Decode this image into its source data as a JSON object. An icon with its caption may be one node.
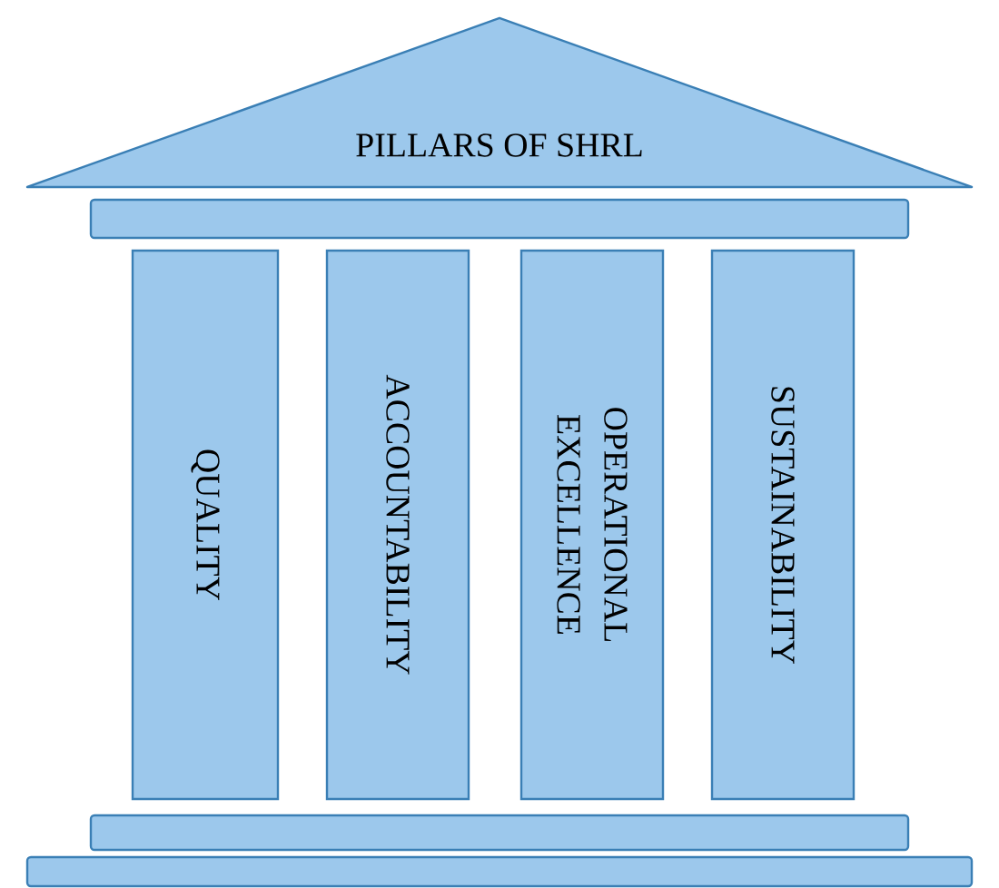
{
  "diagram": {
    "nodes": [
      {
        "text": [
          "PILLARS OF SHRL"
        ]
      },
      {
        "text": [],
        "shape": "bar"
      },
      {
        "text": [
          "QUALITY"
        ]
      },
      {
        "text": [
          "ACCOUNTABILITY"
        ]
      },
      {
        "text": [
          "OPERATIONAL EXCELLENCE"
        ]
      },
      {
        "text": [
          "SUSTAINABILITY"
        ]
      },
      {
        "text": [],
        "shape": "bar"
      },
      {
        "text": [],
        "shape": "bar"
      }
    ]
  }
}
